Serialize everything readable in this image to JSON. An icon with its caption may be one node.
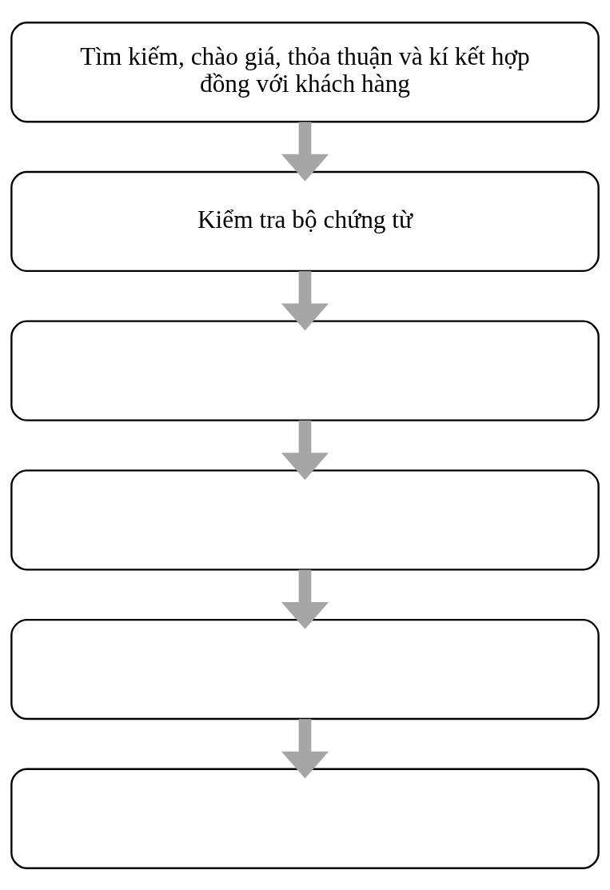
{
  "diagram": {
    "nodes": [
      {
        "text": [
          "Tìm kiếm, chào giá, thỏa thuận và kí kết hợp đồng với khách hàng"
        ]
      },
      {
        "text": [
          "Kiểm tra bộ chứng từ"
        ]
      },
      {
        "text": [],
        "shape": "box"
      },
      {
        "text": [],
        "shape": "box"
      },
      {
        "text": [],
        "shape": "box"
      },
      {
        "text": [],
        "shape": "box"
      }
    ],
    "edges": [
      {
        "from": 0,
        "to": 1,
        "arrow": "to"
      },
      {
        "from": 1,
        "to": 2,
        "arrow": "to"
      },
      {
        "from": 2,
        "to": 3,
        "arrow": "to"
      },
      {
        "from": 3,
        "to": 4,
        "arrow": "to"
      },
      {
        "from": 4,
        "to": 5,
        "arrow": "to"
      }
    ]
  }
}
